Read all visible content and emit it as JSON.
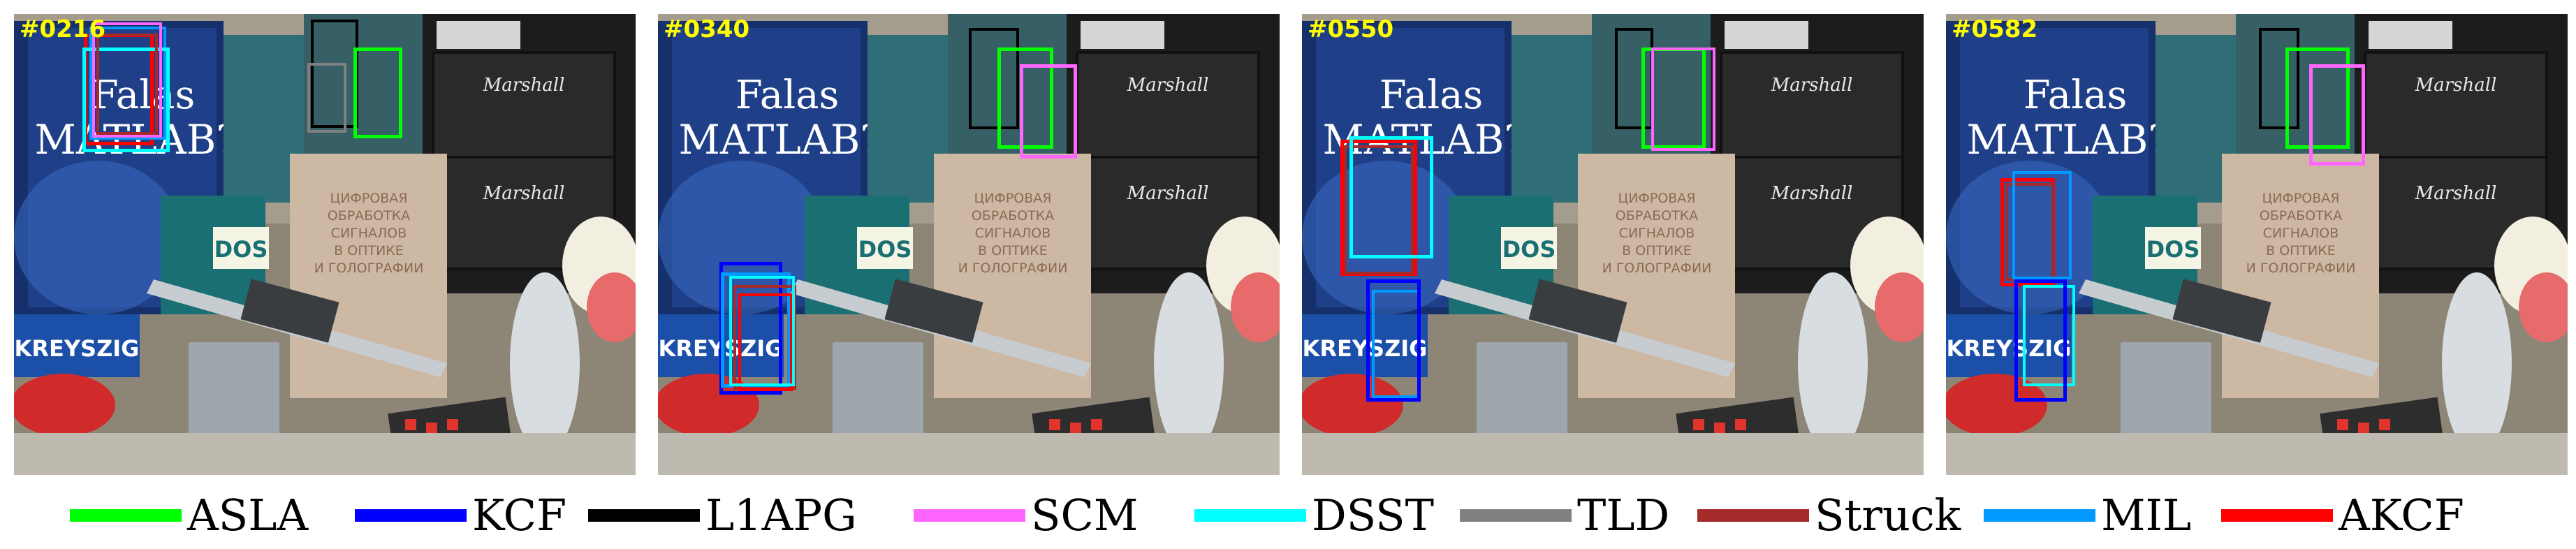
{
  "frames": [
    {
      "id": "#0216",
      "boxes": [
        "akcf",
        "mil",
        "dsst",
        "scm",
        "struck",
        "l1apg",
        "asla",
        "tld"
      ]
    },
    {
      "id": "#0340",
      "boxes": [
        "l1apg",
        "asla",
        "scm",
        "kcf",
        "mil",
        "struck",
        "akcf",
        "dsst"
      ]
    },
    {
      "id": "#0550",
      "boxes": [
        "l1apg",
        "asla",
        "scm",
        "akcf",
        "struck",
        "dsst",
        "mil",
        "kcf"
      ]
    },
    {
      "id": "#0582",
      "boxes": [
        "l1apg",
        "asla",
        "scm",
        "akcf",
        "struck",
        "mil",
        "dsst",
        "kcf"
      ]
    }
  ],
  "legend": [
    {
      "key": "asla",
      "label": "ASLA",
      "color": "#00ff00"
    },
    {
      "key": "kcf",
      "label": "KCF",
      "color": "#0000ff"
    },
    {
      "key": "l1apg",
      "label": "L1APG",
      "color": "#000000"
    },
    {
      "key": "scm",
      "label": "SCM",
      "color": "#ff66ff"
    },
    {
      "key": "dsst",
      "label": "DSST",
      "color": "#00ffff"
    },
    {
      "key": "tld",
      "label": "TLD",
      "color": "#808080"
    },
    {
      "key": "struck",
      "label": "Struck",
      "color": "#a52a2a"
    },
    {
      "key": "mil",
      "label": "MIL",
      "color": "#0099ff"
    },
    {
      "key": "akcf",
      "label": "AKCF",
      "color": "#ff0000"
    }
  ],
  "scene_text": {
    "book_title_1": "Falas",
    "book_title_2": "MATLAB?",
    "book_cyr_1": "ЦИФРОВАЯ",
    "book_cyr_2": "ОБРАБОТКА",
    "book_cyr_3": "СИГНАЛОВ",
    "book_cyr_4": "В ОПТИКЕ",
    "book_cyr_5": "И ГОЛОГРАФИИ",
    "dos": "DOS",
    "kreyszig": "KREYSZIG",
    "marshall": "Marshall"
  }
}
